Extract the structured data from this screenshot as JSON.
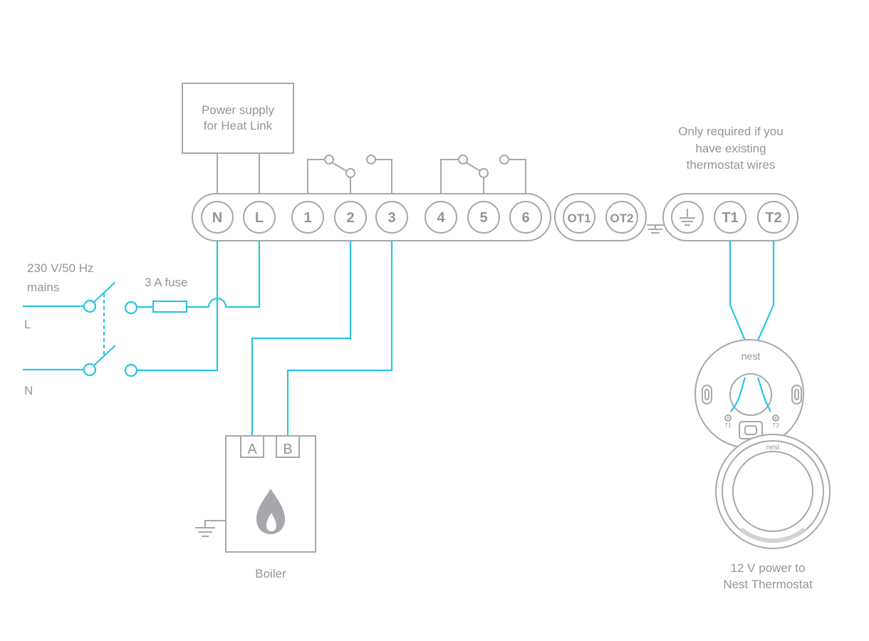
{
  "colors": {
    "wire": "#29c5e0",
    "outline": "#a6a8ab",
    "text": "#939598"
  },
  "labels": {
    "power_supply_line1": "Power supply",
    "power_supply_line2": "for Heat Link",
    "mains_line1": "230 V/50 Hz",
    "mains_line2": "mains",
    "fuse": "3 A fuse",
    "live": "L",
    "neutral": "N",
    "boiler": "Boiler",
    "note_line1": "Only required if you",
    "note_line2": "have existing",
    "note_line3": "thermostat wires",
    "power_line1": "12 V power to",
    "power_line2": "Nest Thermostat"
  },
  "terminals": {
    "n": "N",
    "l": "L",
    "t1": "1",
    "t2": "2",
    "t3": "3",
    "t4": "4",
    "t5": "5",
    "t6": "6",
    "ot1": "OT1",
    "ot2": "OT2",
    "th_t1": "T1",
    "th_t2": "T2"
  },
  "boiler_terminals": {
    "a": "A",
    "b": "B"
  },
  "nest": {
    "base_logo": "nest",
    "base_t1": "T1",
    "base_t2": "T2",
    "display_logo": "nest"
  },
  "icons": [
    "ground-icon",
    "flame-icon",
    "switch-icon"
  ]
}
